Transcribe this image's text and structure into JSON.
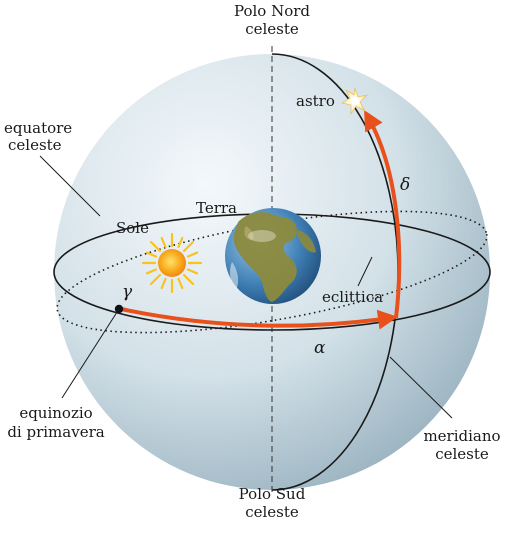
{
  "labels": {
    "north_pole_line1": "Polo Nord",
    "north_pole_line2": "celeste",
    "south_pole_line1": "Polo Sud",
    "south_pole_line2": "celeste",
    "equator_line1": "equatore",
    "equator_line2": "celeste",
    "equinox_line1": "equinozio",
    "equinox_line2": "di primavera",
    "meridian_line1": "meridiano",
    "meridian_line2": "celeste",
    "star": "astro",
    "sun": "Sole",
    "earth": "Terra",
    "ecliptic": "eclittica",
    "gamma": "γ",
    "alpha": "α",
    "delta": "δ"
  },
  "colors": {
    "sphere_light": "#f2f7fa",
    "sphere_mid": "#c9dae3",
    "sphere_dark": "#8fa9b7",
    "arrow": "#e8501c",
    "sun_core": "#f7a21b",
    "sun_rays": "#f9c21c",
    "ocean": "#3f7fb5",
    "land": "#8a8a3c"
  },
  "icons": {
    "sun": "sun-icon",
    "earth": "earth-icon",
    "star": "star-icon",
    "equinox_point": "dot-icon"
  }
}
